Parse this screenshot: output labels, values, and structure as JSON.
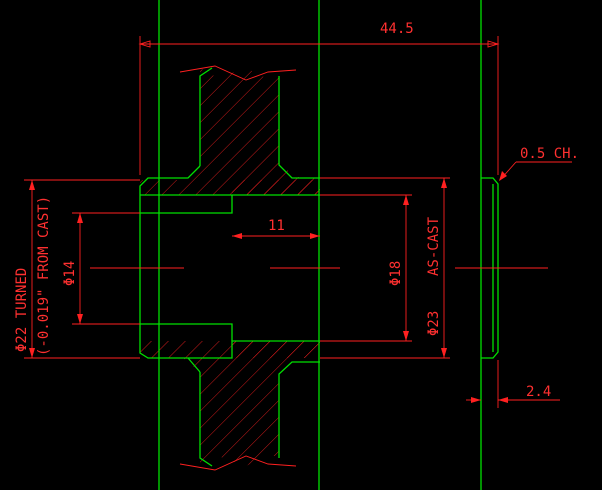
{
  "colors": {
    "background": "#000000",
    "geometry": "#00e000",
    "dimension": "#ff2020"
  },
  "labels": {
    "overall_width": "44.5",
    "chamfer": "0.5 CH.",
    "inner_step": "11",
    "bore_left": "Φ14",
    "bore_right": "Φ18",
    "outer_asc": "Φ23",
    "as_cast": "AS-CAST",
    "turned_line1": "Φ22 TURNED",
    "turned_line2": "(-0.019\" FROM CAST)",
    "flange_thickness": "2.4"
  }
}
